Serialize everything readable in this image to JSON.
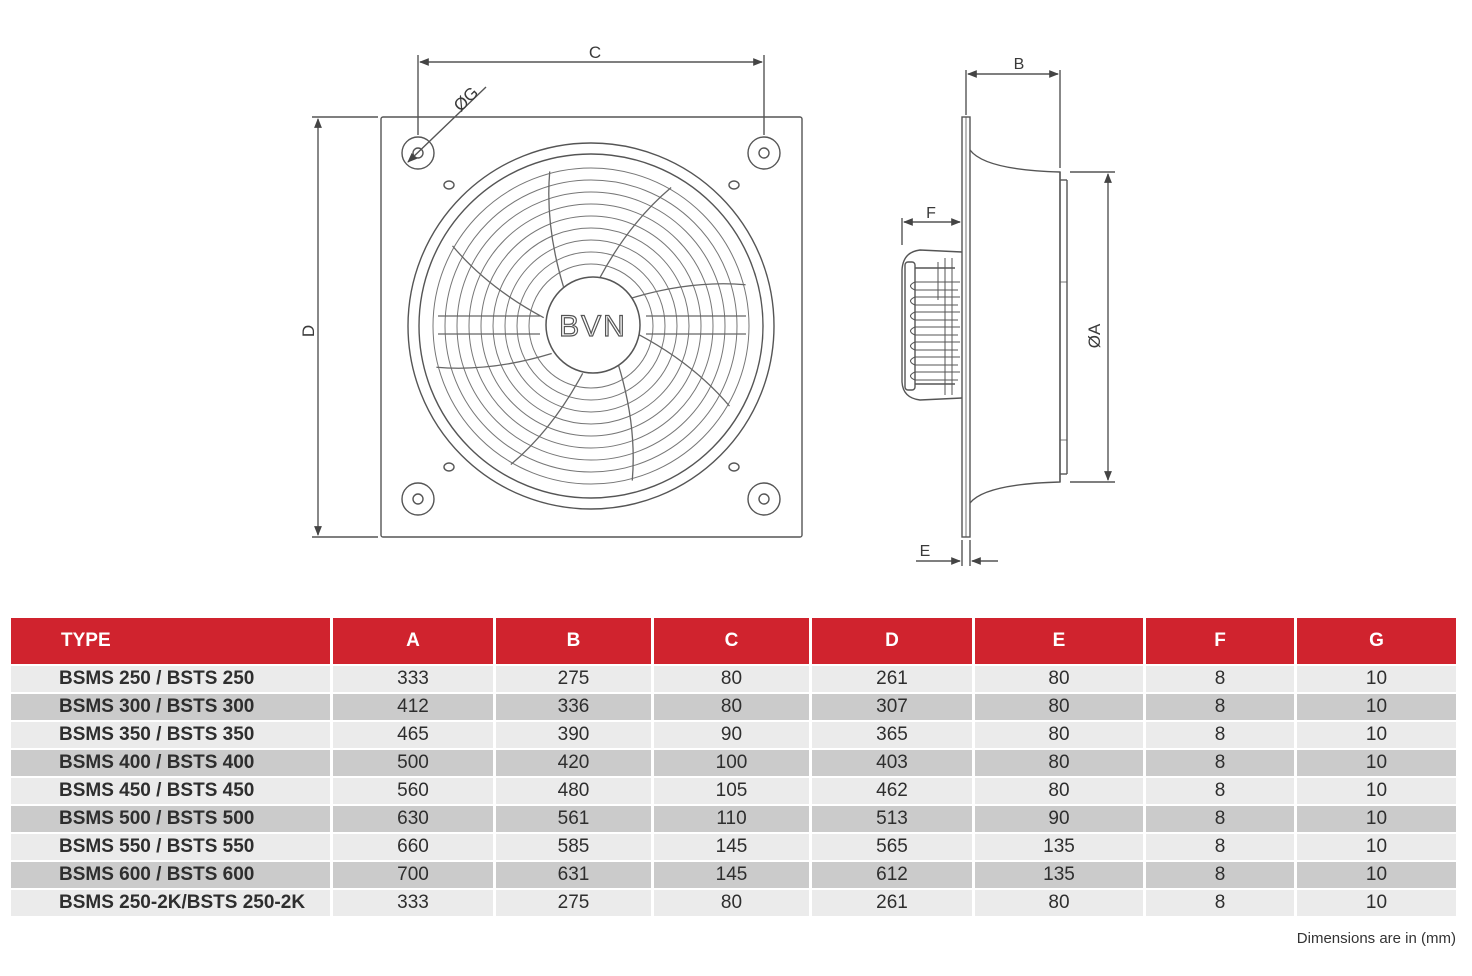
{
  "drawing": {
    "front_view": {
      "dim_c": "C",
      "dim_d": "D",
      "dim_g": "ØG",
      "logo": "BVN"
    },
    "side_view": {
      "dim_b": "B",
      "dim_f": "F",
      "dim_a": "ØA",
      "dim_e": "E"
    }
  },
  "table": {
    "headers": [
      "TYPE",
      "A",
      "B",
      "C",
      "D",
      "E",
      "F",
      "G"
    ],
    "rows": [
      [
        "BSMS 250 / BSTS 250",
        "333",
        "275",
        "80",
        "261",
        "80",
        "8",
        "10"
      ],
      [
        "BSMS 300 / BSTS 300",
        "412",
        "336",
        "80",
        "307",
        "80",
        "8",
        "10"
      ],
      [
        "BSMS 350 / BSTS 350",
        "465",
        "390",
        "90",
        "365",
        "80",
        "8",
        "10"
      ],
      [
        "BSMS 400 / BSTS 400",
        "500",
        "420",
        "100",
        "403",
        "80",
        "8",
        "10"
      ],
      [
        "BSMS 450 / BSTS 450",
        "560",
        "480",
        "105",
        "462",
        "80",
        "8",
        "10"
      ],
      [
        "BSMS 500 / BSTS 500",
        "630",
        "561",
        "110",
        "513",
        "90",
        "8",
        "10"
      ],
      [
        "BSMS 550 / BSTS 550",
        "660",
        "585",
        "145",
        "565",
        "135",
        "8",
        "10"
      ],
      [
        "BSMS 600 / BSTS 600",
        "700",
        "631",
        "145",
        "612",
        "135",
        "8",
        "10"
      ],
      [
        "BSMS 250-2K/BSTS 250-2K",
        "333",
        "275",
        "80",
        "261",
        "80",
        "8",
        "10"
      ]
    ]
  },
  "footnote": "Dimensions are in (mm)",
  "colors": {
    "header_bg": "#d0232e",
    "row_light": "#ebebeb",
    "row_dark": "#cbcbcb",
    "line": "#555555"
  }
}
